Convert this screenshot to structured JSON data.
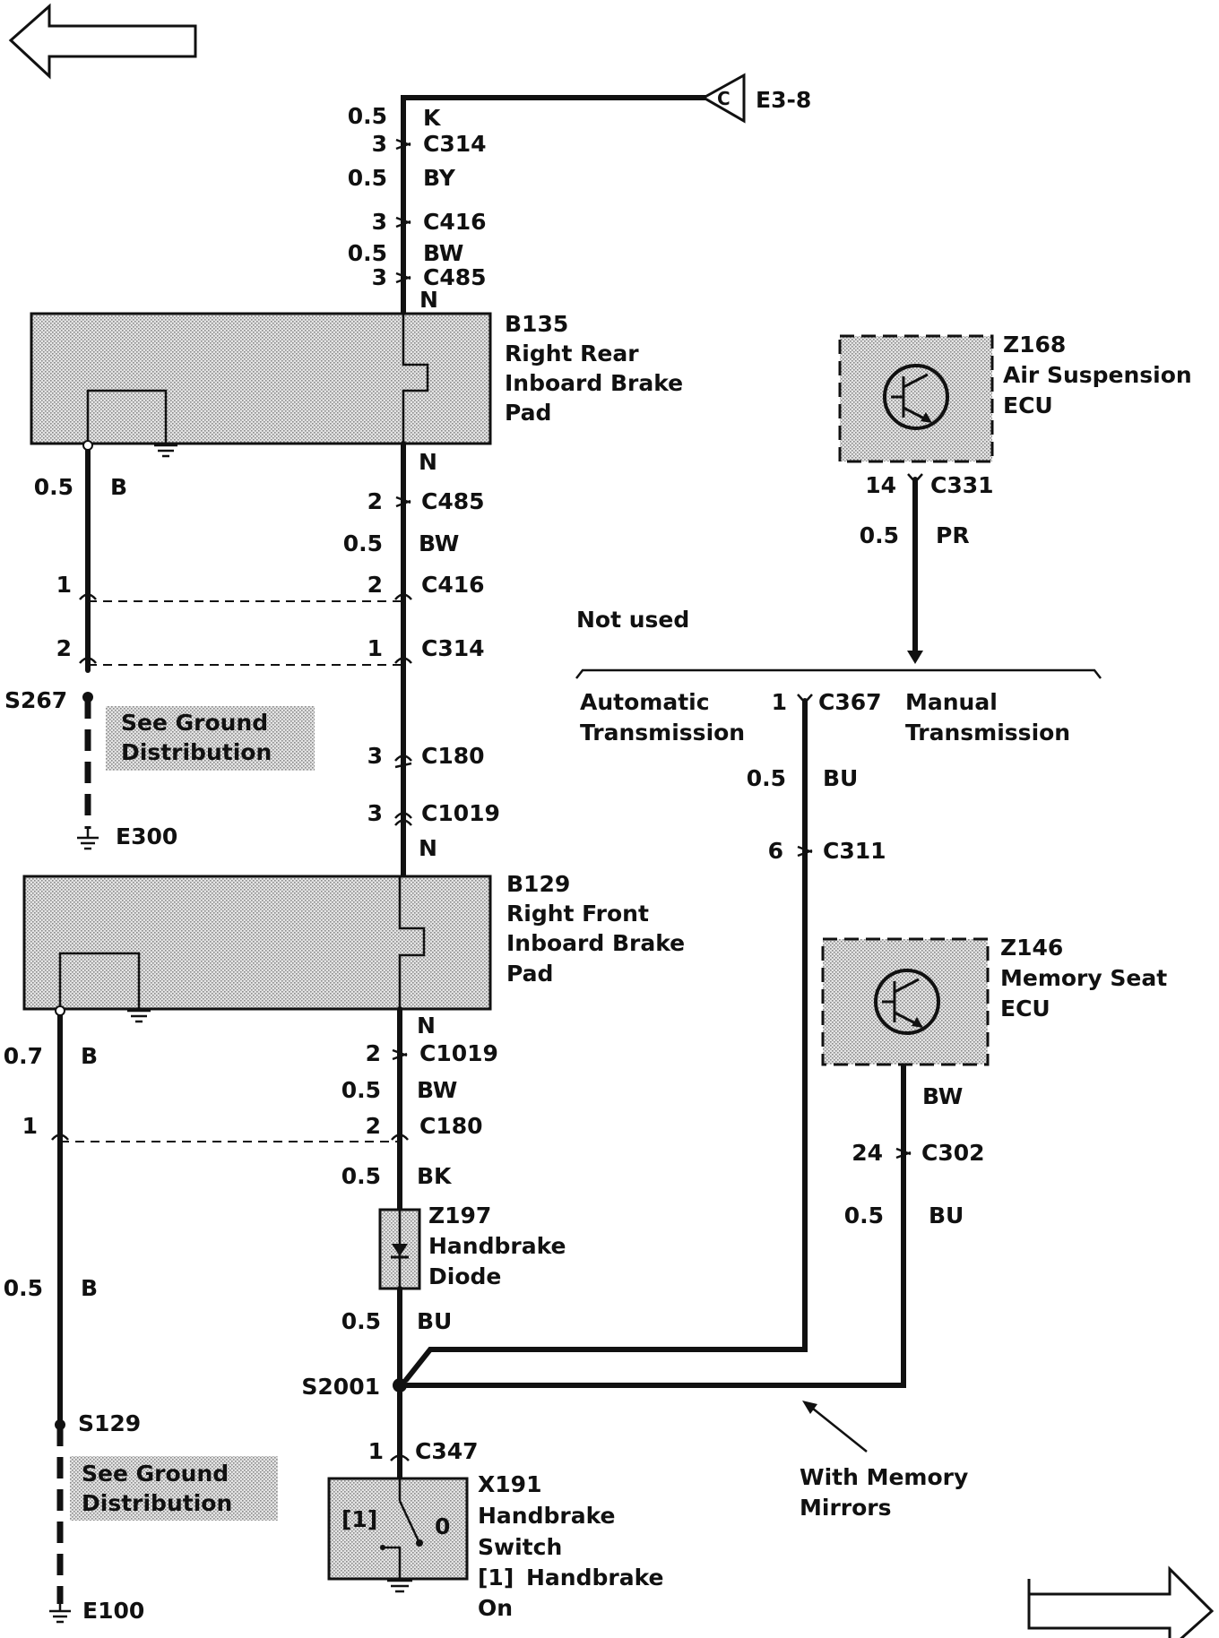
{
  "diagram": {
    "nav": {
      "prev_arrow": "left-arrow-icon",
      "next_arrow": "right-arrow-icon"
    },
    "source": {
      "connector": "C",
      "ref": "E3-8"
    },
    "top_wire": [
      {
        "size": "0.5",
        "color": "K"
      },
      {
        "pin": "3",
        "connector": "C314"
      },
      {
        "size": "0.5",
        "color": "BY"
      },
      {
        "pin": "3",
        "connector": "C416"
      },
      {
        "size": "0.5",
        "color": "BW"
      },
      {
        "pin": "3",
        "connector": "C485"
      },
      {
        "color": "N"
      }
    ],
    "b135": {
      "id": "B135",
      "line1": "Right Rear",
      "line2": "Inboard Brake",
      "line3": "Pad"
    },
    "b135_out": [
      {
        "color": "N"
      },
      {
        "pin": "2",
        "connector": "C485"
      },
      {
        "size": "0.5",
        "color": "BW"
      },
      {
        "pin": "2",
        "connector": "C416"
      },
      {
        "pin": "1",
        "connector": "C314"
      },
      {
        "pin": "3",
        "connector": "C180"
      },
      {
        "pin": "3",
        "connector": "C1019"
      },
      {
        "color": "N"
      }
    ],
    "left_rear": {
      "size": "0.5",
      "color": "B",
      "pin_c416": "1",
      "pin_c314": "2",
      "splice": "S267",
      "note_line1": "See Ground",
      "note_line2": "Distribution",
      "ground": "E300"
    },
    "b129": {
      "id": "B129",
      "line1": "Right Front",
      "line2": "Inboard Brake",
      "line3": "Pad"
    },
    "b129_out": [
      {
        "color": "N"
      },
      {
        "pin": "2",
        "connector": "C1019"
      },
      {
        "size": "0.5",
        "color": "BW"
      },
      {
        "pin": "2",
        "connector": "C180"
      },
      {
        "size": "0.5",
        "color": "BK"
      },
      {
        "size": "0.5",
        "color": "BU"
      }
    ],
    "left_front": {
      "size_top": "0.7",
      "color_top": "B",
      "pin_c180": "1",
      "size_bot": "0.5",
      "color_bot": "B",
      "splice": "S129",
      "note_line1": "See Ground",
      "note_line2": "Distribution",
      "ground": "E100"
    },
    "z197": {
      "id": "Z197",
      "line1": "Handbrake",
      "line2": "Diode"
    },
    "splice_s2001": "S2001",
    "x191": {
      "pin": "1",
      "connector": "C347",
      "id": "X191",
      "line1": "Handbrake",
      "line2": "Switch",
      "legend_key": "[1]",
      "legend_text": "Handbrake",
      "legend_line2": "On",
      "pos_closed": "[1]",
      "pos_open": "0"
    },
    "z168": {
      "id": "Z168",
      "line1": "Air Suspension",
      "line2": "ECU",
      "pin": "14",
      "connector": "C331",
      "size": "0.5",
      "color": "PR"
    },
    "trans": {
      "not_used": "Not used",
      "auto1": "Automatic",
      "auto2": "Transmission",
      "man1": "Manual",
      "man2": "Transmission",
      "pin": "1",
      "connector": "C367",
      "size": "0.5",
      "color": "BU",
      "pin2": "6",
      "connector2": "C311"
    },
    "z146": {
      "id": "Z146",
      "line1": "Memory Seat",
      "line2": "ECU",
      "color": "BW",
      "pin": "24",
      "connector": "C302",
      "size": "0.5",
      "color2": "BU"
    },
    "memory_note": {
      "line1": "With Memory",
      "line2": "Mirrors"
    }
  }
}
